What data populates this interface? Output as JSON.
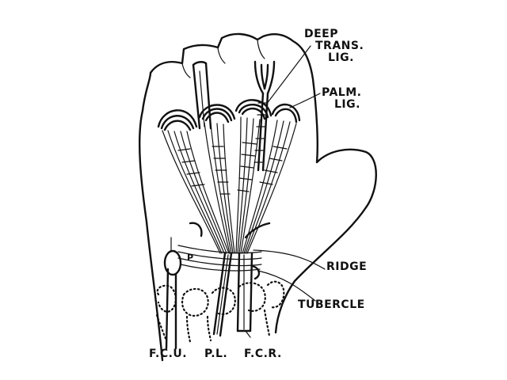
{
  "labels": {
    "deep_trans_lig": [
      "DEEP",
      "TRANS.",
      "LIG."
    ],
    "palm_lig": [
      "PALM.",
      "LIG."
    ],
    "ridge": "RIDGE",
    "tubercle": "TUBERCLE",
    "fcu": "F.C.U.",
    "pl": "P.L.",
    "fcr": "F.C.R.",
    "p_marker": "P"
  },
  "colors": {
    "ink": "#111111",
    "background": "#ffffff"
  }
}
